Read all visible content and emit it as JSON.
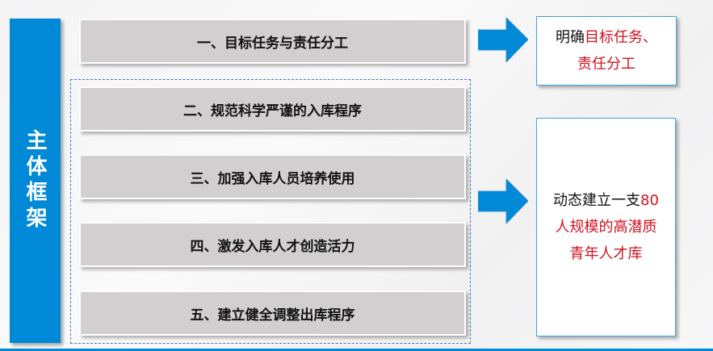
{
  "sidebar": {
    "title": "主体框架"
  },
  "items": [
    "一、目标任务与责任分工",
    "二、规范科学严谨的入库程序",
    "三、加强入库人员培养使用",
    "四、激发入库人才创造活力",
    "五、建立健全调整出库程序"
  ],
  "results": {
    "top": {
      "black": "明确",
      "red1": "目标任务、",
      "red2": "责任分工"
    },
    "bottom": {
      "black1": "动态建立一支",
      "red_num": "80",
      "red2": "人规模的高潜质",
      "red3": "青年人才库"
    }
  },
  "colors": {
    "accent": "#0089d6",
    "highlight": "#d0121f",
    "box": "#d1cfd0"
  }
}
